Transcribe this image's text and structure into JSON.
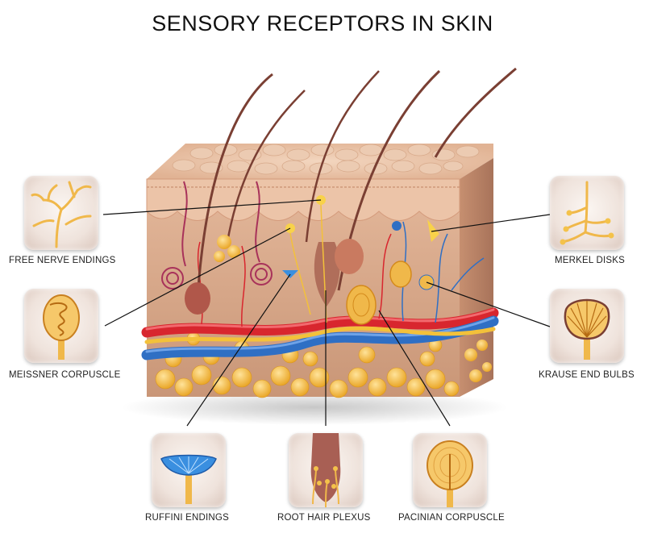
{
  "title": "SENSORY RECEPTORS IN SKIN",
  "labels": {
    "free_nerve": "FREE NERVE ENDINGS",
    "meissner": "MEISSNER CORPUSCLE",
    "merkel": "MERKEL DISKS",
    "krause": "KRAUSE END BULBS",
    "ruffini": "RUFFINI ENDINGS",
    "root_hair": "ROOT HAIR PLEXUS",
    "pacinian": "PACINIAN CORPUSCLE"
  },
  "colors": {
    "skin_surface": "#e9c3a6",
    "dermis": "#d9ab8e",
    "fat": "#f2b93c",
    "artery": "#d8262e",
    "vein": "#2f6fc4",
    "nerve": "#f3c13a",
    "hair": "#7a3f33"
  }
}
